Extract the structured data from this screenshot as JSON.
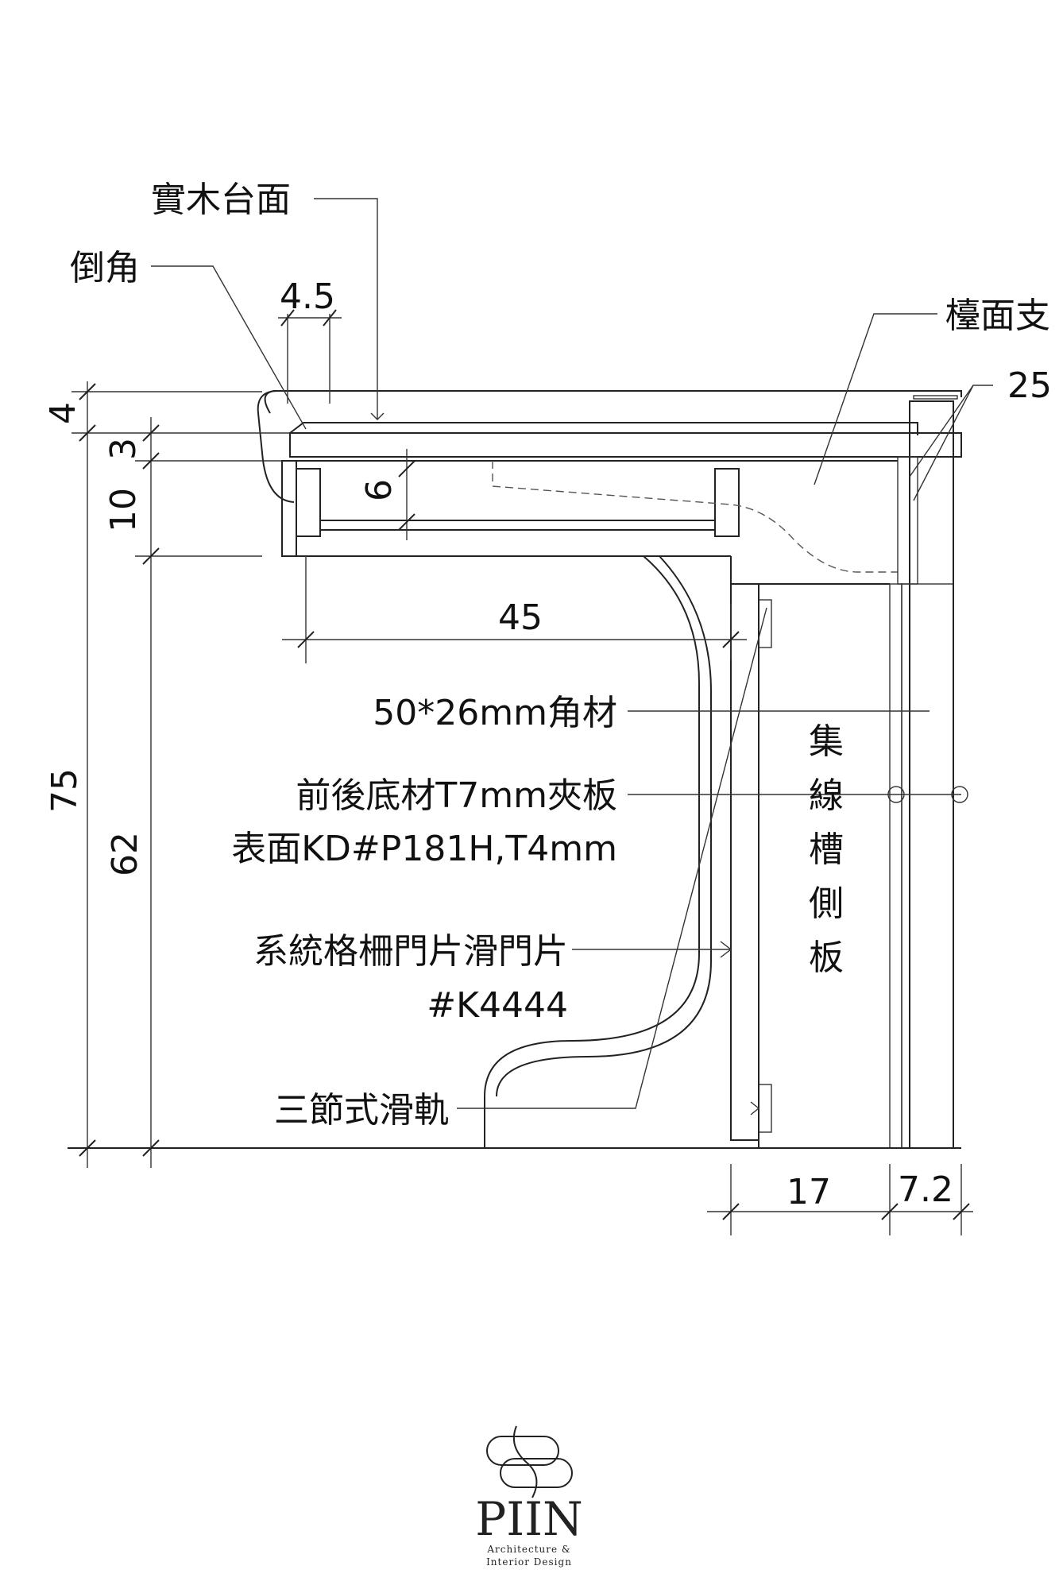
{
  "labels": {
    "solid_top": "實木台面",
    "chamfer": "倒角",
    "counter_support": "檯面支",
    "support_dim": "25",
    "corner_batten": "50*26mm角材",
    "base_board_line1": "前後底材T7mm夾板",
    "base_board_line2": "表面KD#P181H,T4mm",
    "door_line1": "系統格柵門片滑門片",
    "door_line2": "#K4444",
    "rail": "三節式滑軌",
    "side_panel": [
      "集",
      "線",
      "槽",
      "側",
      "板"
    ]
  },
  "dimensions": {
    "d4_5": "4.5",
    "d4": "4",
    "d3": "3",
    "d10": "10",
    "d6": "6",
    "d45": "45",
    "d75": "75",
    "d62": "62",
    "d17": "17",
    "d7_2": "7.2"
  },
  "logo": {
    "name": "PIIN",
    "sub1": "Architecture &",
    "sub2": "Interior Design"
  }
}
